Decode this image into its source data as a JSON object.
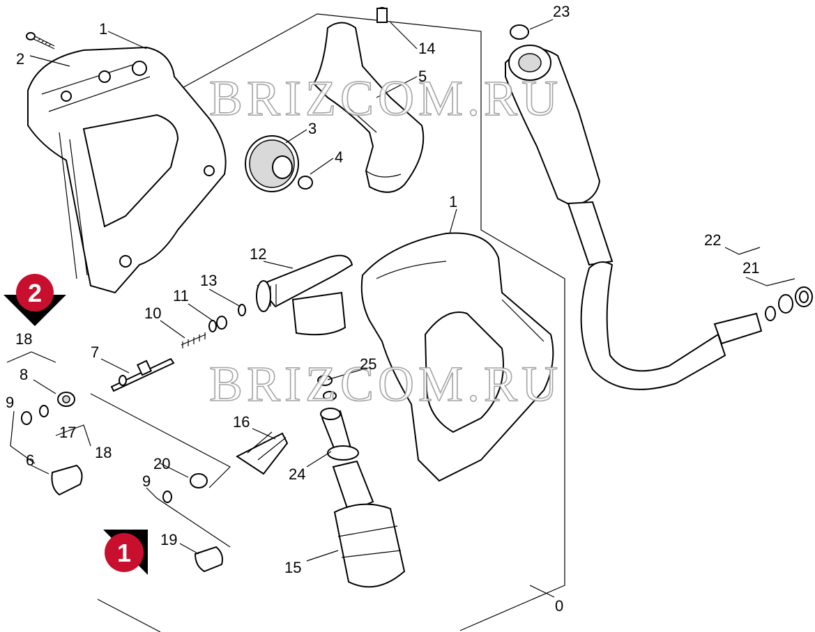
{
  "watermarks": [
    "BRIZCOM.RU",
    "BRIZCOM.RU"
  ],
  "badges": [
    {
      "id": "badge-2",
      "label": "2",
      "color": "#c8102e"
    },
    {
      "id": "badge-1",
      "label": "1",
      "color": "#c8102e"
    }
  ],
  "callouts": {
    "c1a": "1",
    "c2": "2",
    "c3": "3",
    "c4": "4",
    "c5": "5",
    "c14": "14",
    "c23": "23",
    "c1b": "1",
    "c12": "12",
    "c13": "13",
    "c11": "11",
    "c10": "10",
    "c7": "7",
    "c22": "22",
    "c21": "21",
    "c18a": "18",
    "c8": "8",
    "c9a": "9",
    "c17": "17",
    "c18b": "18",
    "c6": "6",
    "c25": "25",
    "c16": "16",
    "c20": "20",
    "c9b": "9",
    "c24": "24",
    "c19": "19",
    "c15": "15",
    "c0": "0"
  }
}
